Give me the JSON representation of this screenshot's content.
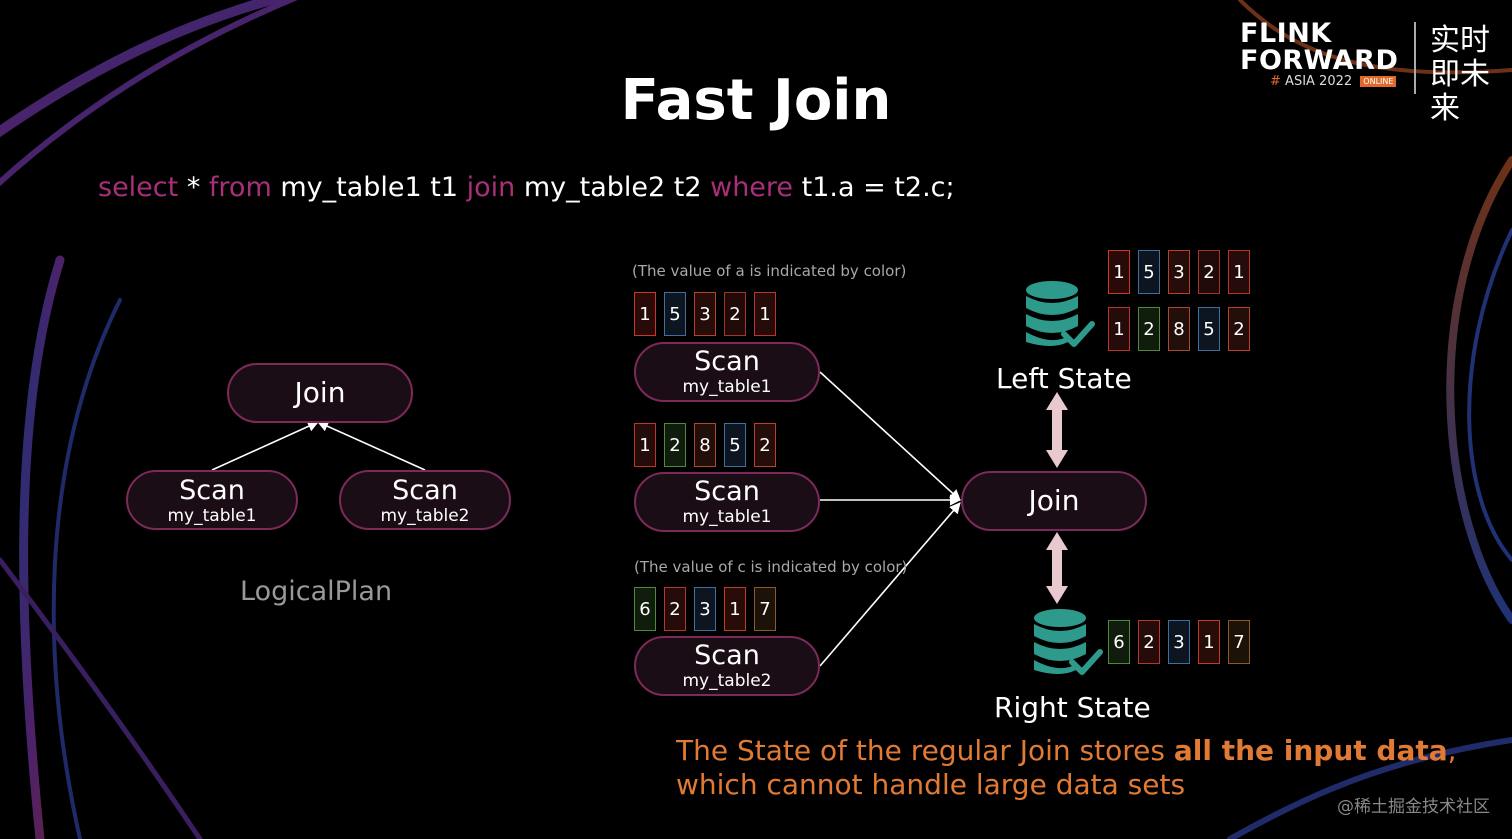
{
  "logo": {
    "line1": "FLINK",
    "line2": "FORWARD",
    "hash": "#",
    "event": "ASIA 2022",
    "online": "ONLINE",
    "cn": "实时即未来"
  },
  "title": "Fast Join",
  "sql": {
    "p1": "select",
    "p2": " * ",
    "p3": "from",
    "p4": " my_table1 t1 ",
    "p5": "join",
    "p6": " my_table2 t2 ",
    "p7": "where",
    "p8": " t1.a = t2.c;"
  },
  "logical_plan": {
    "join": "Join",
    "scan1": {
      "title": "Scan",
      "table": "my_table1"
    },
    "scan2": {
      "title": "Scan",
      "table": "my_table2"
    },
    "caption": "LogicalPlan"
  },
  "notes": {
    "a": "(The value of a is indicated by color)",
    "c": "(The value of c is indicated by color)"
  },
  "physical": {
    "scan_a": {
      "title": "Scan",
      "table": "my_table1"
    },
    "scan_b": {
      "title": "Scan",
      "table": "my_table1"
    },
    "scan_c": {
      "title": "Scan",
      "table": "my_table2"
    },
    "join": "Join"
  },
  "rows": {
    "scan_a": [
      "1",
      "5",
      "3",
      "2",
      "1"
    ],
    "scan_b": [
      "1",
      "2",
      "8",
      "5",
      "2"
    ],
    "scan_c": [
      "6",
      "2",
      "3",
      "1",
      "7"
    ],
    "left1": [
      "1",
      "5",
      "3",
      "2",
      "1"
    ],
    "left2": [
      "1",
      "2",
      "8",
      "5",
      "2"
    ],
    "right": [
      "6",
      "2",
      "3",
      "1",
      "7"
    ]
  },
  "row_colors": {
    "a1": [
      "#c8362c",
      "#3f6fa0",
      "#b8402e",
      "#a0372d",
      "#b8362c"
    ],
    "a2": [
      "#b8362c",
      "#4f8a3c",
      "#a84a30",
      "#3f6fa0",
      "#b8402e"
    ],
    "c": [
      "#4f8a3c",
      "#b8362c",
      "#3f6fa0",
      "#c23a2a",
      "#8a5a2a"
    ]
  },
  "states": {
    "left": "Left State",
    "right": "Right State"
  },
  "colors": {
    "keyword": "#a82f78",
    "node_border": "#7b2a5a",
    "db_icon": "#2e9a8c",
    "state_arrow": "#e8c9cf",
    "highlight": "#e07a34"
  },
  "bottom": {
    "t1": "The State of the regular Join stores ",
    "t2": "all the input data",
    "t3": ",",
    "t4": "which cannot handle large data sets"
  },
  "watermark": "@稀土掘金技术社区"
}
